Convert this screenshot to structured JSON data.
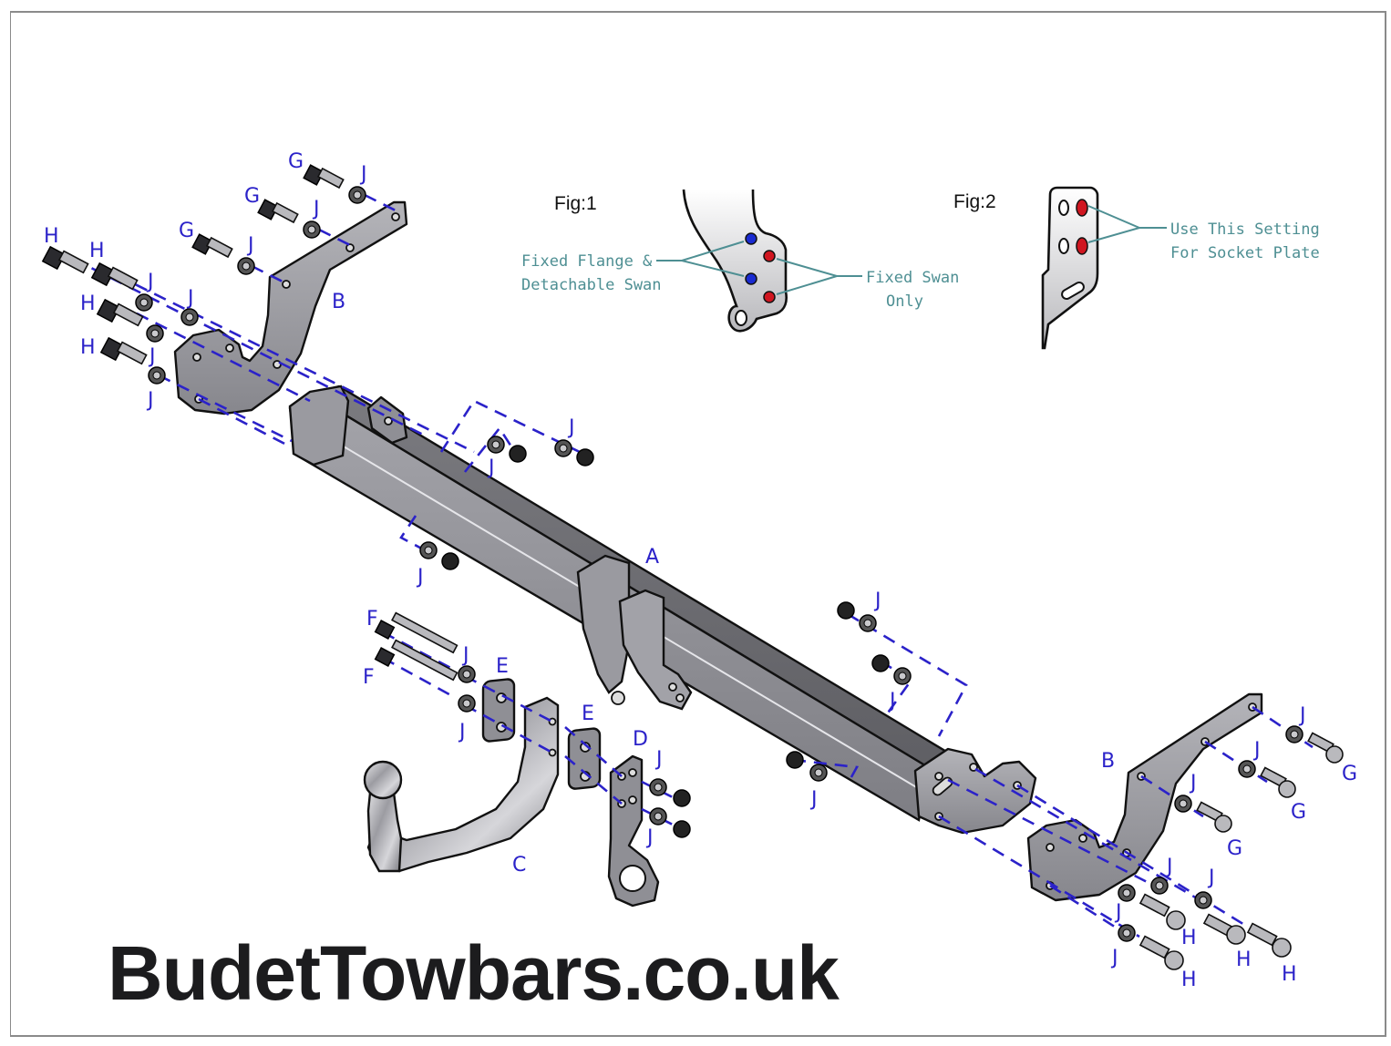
{
  "diagram": {
    "title": "Towbar exploded assembly diagram",
    "part_labels": {
      "A": "A",
      "B": "B",
      "C": "C",
      "D": "D",
      "E": "E",
      "F": "F",
      "G": "G",
      "H": "H",
      "J": "J"
    },
    "colors": {
      "label_blue": "#2b22c9",
      "note_teal": "#4e8f93",
      "hole_blue": "#1a2bd1",
      "hole_red": "#d01620",
      "frame_grey": "#8a8a8a",
      "metal_grey": "#8f8f95"
    }
  },
  "fig1": {
    "title": "Fig:1",
    "note_left_line1": "Fixed Flange &",
    "note_left_line2": "Detachable Swan",
    "note_right_line1": "Fixed Swan",
    "note_right_line2": "Only"
  },
  "fig2": {
    "title": "Fig:2",
    "note_line1": "Use This Setting",
    "note_line2": "For Socket Plate"
  },
  "brand": {
    "text": "BudetTowbars.co.uk"
  }
}
